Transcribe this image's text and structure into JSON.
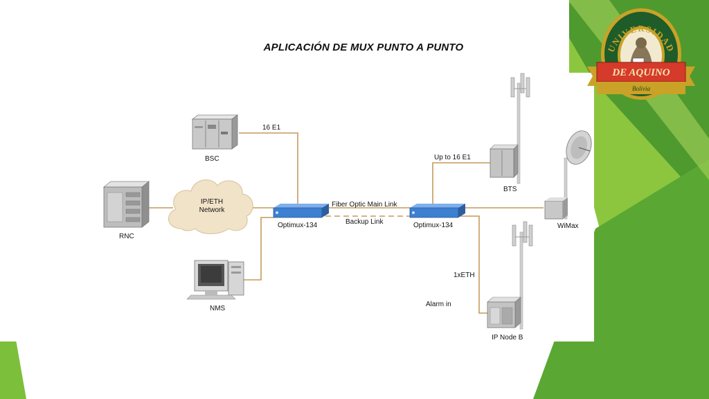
{
  "slide": {
    "title": "APLICACIÓN DE MUX PUNTO A PUNTO"
  },
  "logo": {
    "top_text": "UNIVERSIDAD",
    "banner_text": "DE AQUINO",
    "country_text": "Bolivia",
    "colors": {
      "ring": "#1e5c2a",
      "gold": "#c9a227",
      "banner": "#d63a2a"
    }
  },
  "nodes": {
    "bsc": "BSC",
    "rnc": "RNC",
    "nms": "NMS",
    "cloud_line1": "IP/ETH",
    "cloud_line2": "Network",
    "mux_left": "Optimux-134",
    "mux_right": "Optimux-134",
    "bts": "BTS",
    "wimax": "WiMax",
    "ip_node_b": "IP Node B"
  },
  "links": {
    "e1_bsc": "16 E1",
    "main_link": "Fiber Optic Main Link",
    "backup_link": "Backup Link",
    "e1_bts": "Up to 16 E1",
    "eth": "1xETH",
    "alarm": "Alarm in"
  },
  "colors": {
    "line": "#c49a5a",
    "mux": "#3d7fd0",
    "green_dark": "#3f8a2a",
    "green_light": "#8cc63f"
  }
}
